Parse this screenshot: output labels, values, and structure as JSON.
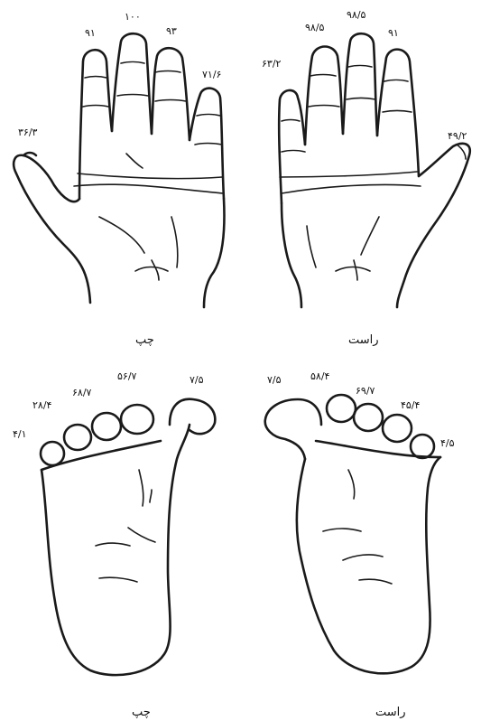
{
  "captions": {
    "top_left": "چپ",
    "top_right": "راست",
    "bottom_left": "چپ",
    "bottom_right": "راست"
  },
  "left_hand": {
    "thumb": "۳۶/۳",
    "index": "۹۱",
    "middle": "۱۰۰",
    "ring": "۹۳",
    "little": "۷۱/۶"
  },
  "right_hand": {
    "little": "۶۳/۲",
    "ring": "۹۸/۵",
    "middle": "۹۸/۵",
    "index": "۹۱",
    "thumb": "۴۹/۲"
  },
  "left_foot": {
    "toe_5": "۴/۱",
    "toe_4": "۲۸/۴",
    "toe_3": "۶۸/۷",
    "toe_2": "۵۶/۷",
    "big_toe": "۷/۵"
  },
  "right_foot": {
    "big_toe": "۷/۵",
    "toe_2": "۵۸/۴",
    "toe_3": "۶۹/۷",
    "toe_4": "۴۵/۴",
    "toe_5": "۴/۵"
  }
}
